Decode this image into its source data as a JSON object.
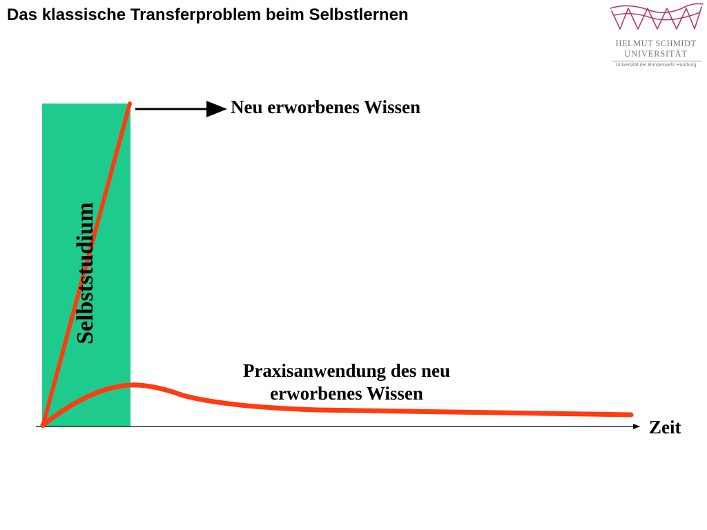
{
  "title": "Das klassische Transferproblem beim Selbstlernen",
  "logo": {
    "name_line1": "HELMUT SCHMIDT",
    "name_line2": "UNIVERSITÄT",
    "subtitle": "Universität der Bundeswehr Hamburg",
    "accent_color": "#b5396b"
  },
  "diagram": {
    "phase_label": "Selbststudium",
    "knowledge_label": "Neu erworbenes Wissen",
    "practice_label_line1": "Praxisanwendung des neu",
    "practice_label_line2": "erworbenes Wissen",
    "axis_label": "Zeit",
    "colors": {
      "phase_band": "#1ecb8c",
      "curve": "#ff3b12",
      "axis": "#000000"
    }
  }
}
